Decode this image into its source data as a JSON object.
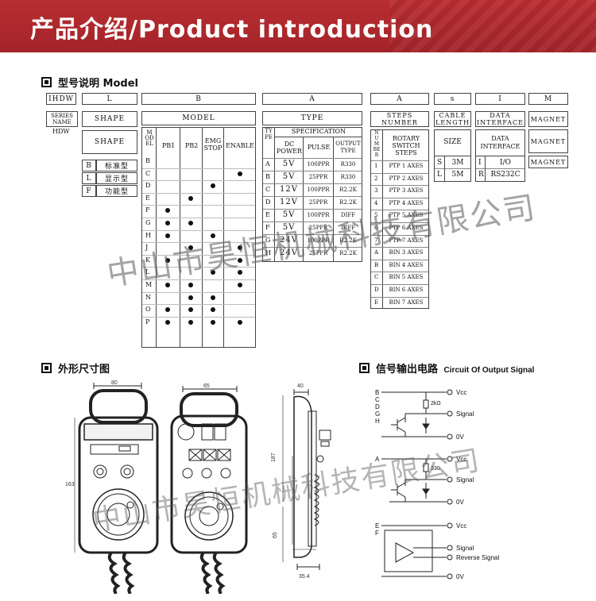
{
  "header": {
    "title": "产品介绍/Product introduction"
  },
  "model_section": {
    "title": "型号说明 Model",
    "codes": [
      "IHDW",
      "L",
      "B",
      "A",
      "A",
      "s",
      "I",
      "M"
    ],
    "series_name": "SERIES NAME",
    "series_value": "HDW",
    "shape": {
      "header": "SHAPE",
      "sub": "SHAPE",
      "rows": [
        {
          "code": "B",
          "label": "标准型"
        },
        {
          "code": "L",
          "label": "显示型"
        },
        {
          "code": "F",
          "label": "功能型"
        }
      ]
    },
    "model": {
      "header": "MODEL",
      "col_model": "MODEL",
      "cols": [
        "PB1",
        "PB2",
        "EMG STOP",
        "ENABLE"
      ],
      "rows": [
        {
          "code": "B",
          "marks": [
            0,
            0,
            0,
            0
          ]
        },
        {
          "code": "C",
          "marks": [
            0,
            0,
            0,
            1
          ]
        },
        {
          "code": "D",
          "marks": [
            0,
            0,
            1,
            0
          ]
        },
        {
          "code": "E",
          "marks": [
            0,
            1,
            0,
            0
          ]
        },
        {
          "code": "F",
          "marks": [
            1,
            0,
            0,
            0
          ]
        },
        {
          "code": "G",
          "marks": [
            1,
            1,
            0,
            0
          ]
        },
        {
          "code": "H",
          "marks": [
            1,
            0,
            1,
            0
          ]
        },
        {
          "code": "J",
          "marks": [
            0,
            1,
            0,
            1
          ]
        },
        {
          "code": "K",
          "marks": [
            1,
            0,
            0,
            1
          ]
        },
        {
          "code": "L",
          "marks": [
            0,
            0,
            1,
            1
          ]
        },
        {
          "code": "M",
          "marks": [
            1,
            1,
            0,
            1
          ]
        },
        {
          "code": "N",
          "marks": [
            0,
            1,
            1,
            0
          ]
        },
        {
          "code": "O",
          "marks": [
            1,
            1,
            1,
            0
          ]
        },
        {
          "code": "P",
          "marks": [
            1,
            1,
            1,
            1
          ]
        }
      ]
    },
    "type": {
      "header": "TYPE",
      "spec": "SPECIFICATION",
      "col_type": "TYPE",
      "col_power": "DC POWER",
      "col_pulse": "PULSE",
      "col_output": "OUTPUT TYPE",
      "rows": [
        {
          "code": "A",
          "power": "5V",
          "pulse": "100PPR",
          "output": "R330"
        },
        {
          "code": "B",
          "power": "5V",
          "pulse": "25PPR",
          "output": "R330"
        },
        {
          "code": "C",
          "power": "12V",
          "pulse": "100PPR",
          "output": "R2.2K"
        },
        {
          "code": "D",
          "power": "12V",
          "pulse": "25PPR",
          "output": "R2.2K"
        },
        {
          "code": "E",
          "power": "5V",
          "pulse": "100PPR",
          "output": "DIFF"
        },
        {
          "code": "F",
          "power": "5V",
          "pulse": "25PPR",
          "output": "DIFF"
        },
        {
          "code": "G",
          "power": "24V",
          "pulse": "100PPR",
          "output": "R2.2K"
        },
        {
          "code": "H",
          "power": "24V",
          "pulse": "25PPR",
          "output": "R2.2K"
        }
      ]
    },
    "steps": {
      "header": "STEPS NUMBER",
      "col_number": "NUMBER",
      "col_switch": "ROTARY SWITCH STEPS",
      "rows": [
        {
          "code": "1",
          "label": "PTP 1 AXES"
        },
        {
          "code": "2",
          "label": "PTP 2 AXES"
        },
        {
          "code": "3",
          "label": "PTP 3 AXES"
        },
        {
          "code": "4",
          "label": "PTP 4 AXES"
        },
        {
          "code": "5",
          "label": "PTP 5 AXES"
        },
        {
          "code": "6",
          "label": "PTP 6 AXES"
        },
        {
          "code": "7",
          "label": "PTP 7 AXES"
        },
        {
          "code": "A",
          "label": "BIN 3 AXES"
        },
        {
          "code": "B",
          "label": "BIN 4 AXES"
        },
        {
          "code": "C",
          "label": "BIN 5 AXES"
        },
        {
          "code": "D",
          "label": "BIN 6 AXES"
        },
        {
          "code": "E",
          "label": "BIN 7 AXES"
        }
      ]
    },
    "cable": {
      "header": "CABLE LENGTH",
      "sub": "SIZE",
      "rows": [
        {
          "code": "S",
          "label": "3M"
        },
        {
          "code": "L",
          "label": "5M"
        }
      ]
    },
    "data_iface": {
      "header": "DATA INTERFACE",
      "sub": "DATA INTERFACE",
      "rows": [
        {
          "code": "I",
          "label": "I/O"
        },
        {
          "code": "R",
          "label": "RS232C"
        }
      ]
    },
    "magnet": {
      "header": "MAGNET",
      "sub": "MAGNET",
      "row": "MAGNET"
    }
  },
  "dimension_section": {
    "title": "外形尺寸图",
    "dims": {
      "w1": "80",
      "w2": "65",
      "d1": "40",
      "h1": "163",
      "h2": "187",
      "h3": "65",
      "d2": "35.4"
    }
  },
  "circuit_section": {
    "title_cn": "信号输出电路",
    "title_en": "Circuit Of Output Signal",
    "c1": {
      "pins": "B C D G H",
      "vcc": "Vcc",
      "res": "2kΩ",
      "sig": "Signal",
      "gnd": "0V"
    },
    "c2": {
      "pins": "A",
      "vcc": "Vcc",
      "res": "330",
      "sig": "Signal",
      "gnd": "0V"
    },
    "c3": {
      "pins": "E F",
      "vcc": "Vcc",
      "sig": "Signal",
      "rev": "Reverse Signal",
      "gnd": "0V"
    }
  },
  "watermark": "中山市昊恒机械科技有限公司"
}
